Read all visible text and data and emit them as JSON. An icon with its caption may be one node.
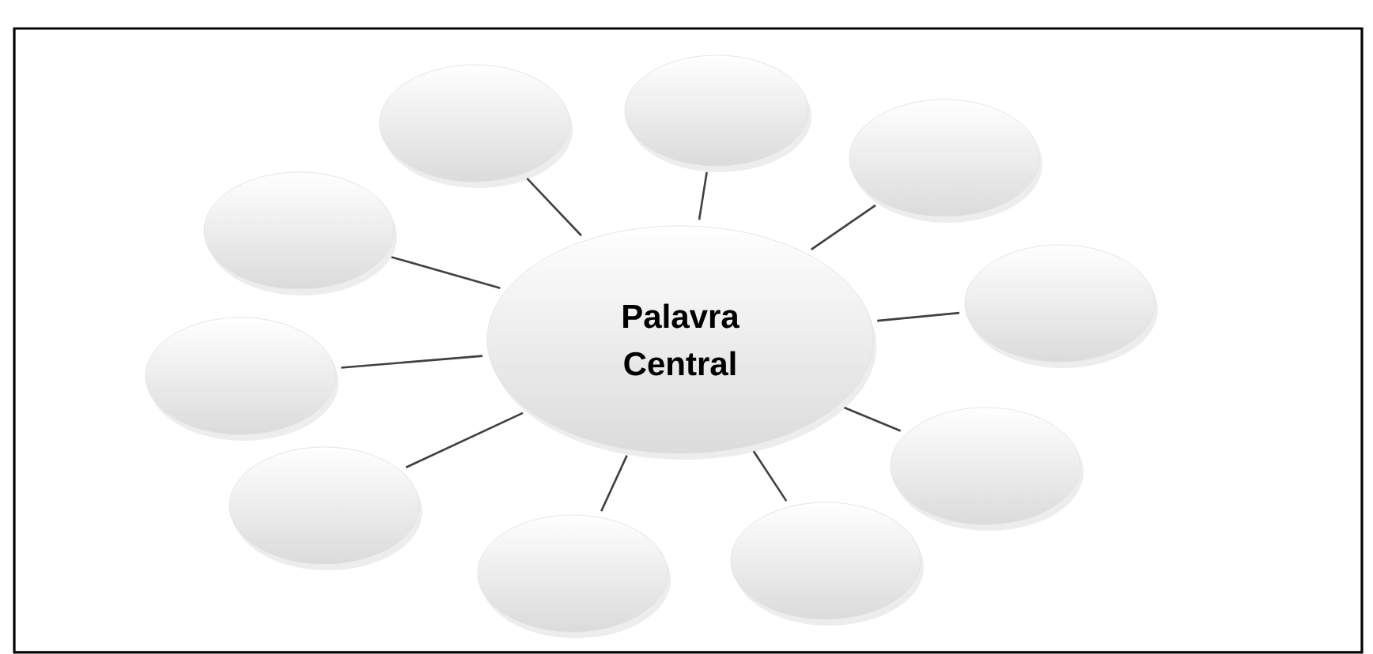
{
  "diagram": {
    "nodes": [
      {
        "text": [
          "Palavra Central"
        ]
      },
      {
        "text": [],
        "shape": "ellipse"
      },
      {
        "text": [],
        "shape": "ellipse"
      },
      {
        "text": [],
        "shape": "ellipse"
      },
      {
        "text": [],
        "shape": "ellipse"
      },
      {
        "text": [],
        "shape": "ellipse"
      },
      {
        "text": [],
        "shape": "ellipse"
      },
      {
        "text": [],
        "shape": "ellipse"
      },
      {
        "text": [],
        "shape": "ellipse"
      },
      {
        "text": [],
        "shape": "ellipse"
      },
      {
        "text": [],
        "shape": "ellipse"
      }
    ],
    "edges": [
      {
        "from": 0,
        "to": 1,
        "arrow": "none"
      },
      {
        "from": 0,
        "to": 2,
        "arrow": "none"
      },
      {
        "from": 0,
        "to": 3,
        "arrow": "none"
      },
      {
        "from": 0,
        "to": 4,
        "arrow": "none"
      },
      {
        "from": 0,
        "to": 5,
        "arrow": "none"
      },
      {
        "from": 0,
        "to": 6,
        "arrow": "none"
      },
      {
        "from": 0,
        "to": 7,
        "arrow": "none"
      },
      {
        "from": 0,
        "to": 8,
        "arrow": "none"
      },
      {
        "from": 0,
        "to": 9,
        "arrow": "none"
      },
      {
        "from": 0,
        "to": 10,
        "arrow": "none"
      }
    ]
  }
}
